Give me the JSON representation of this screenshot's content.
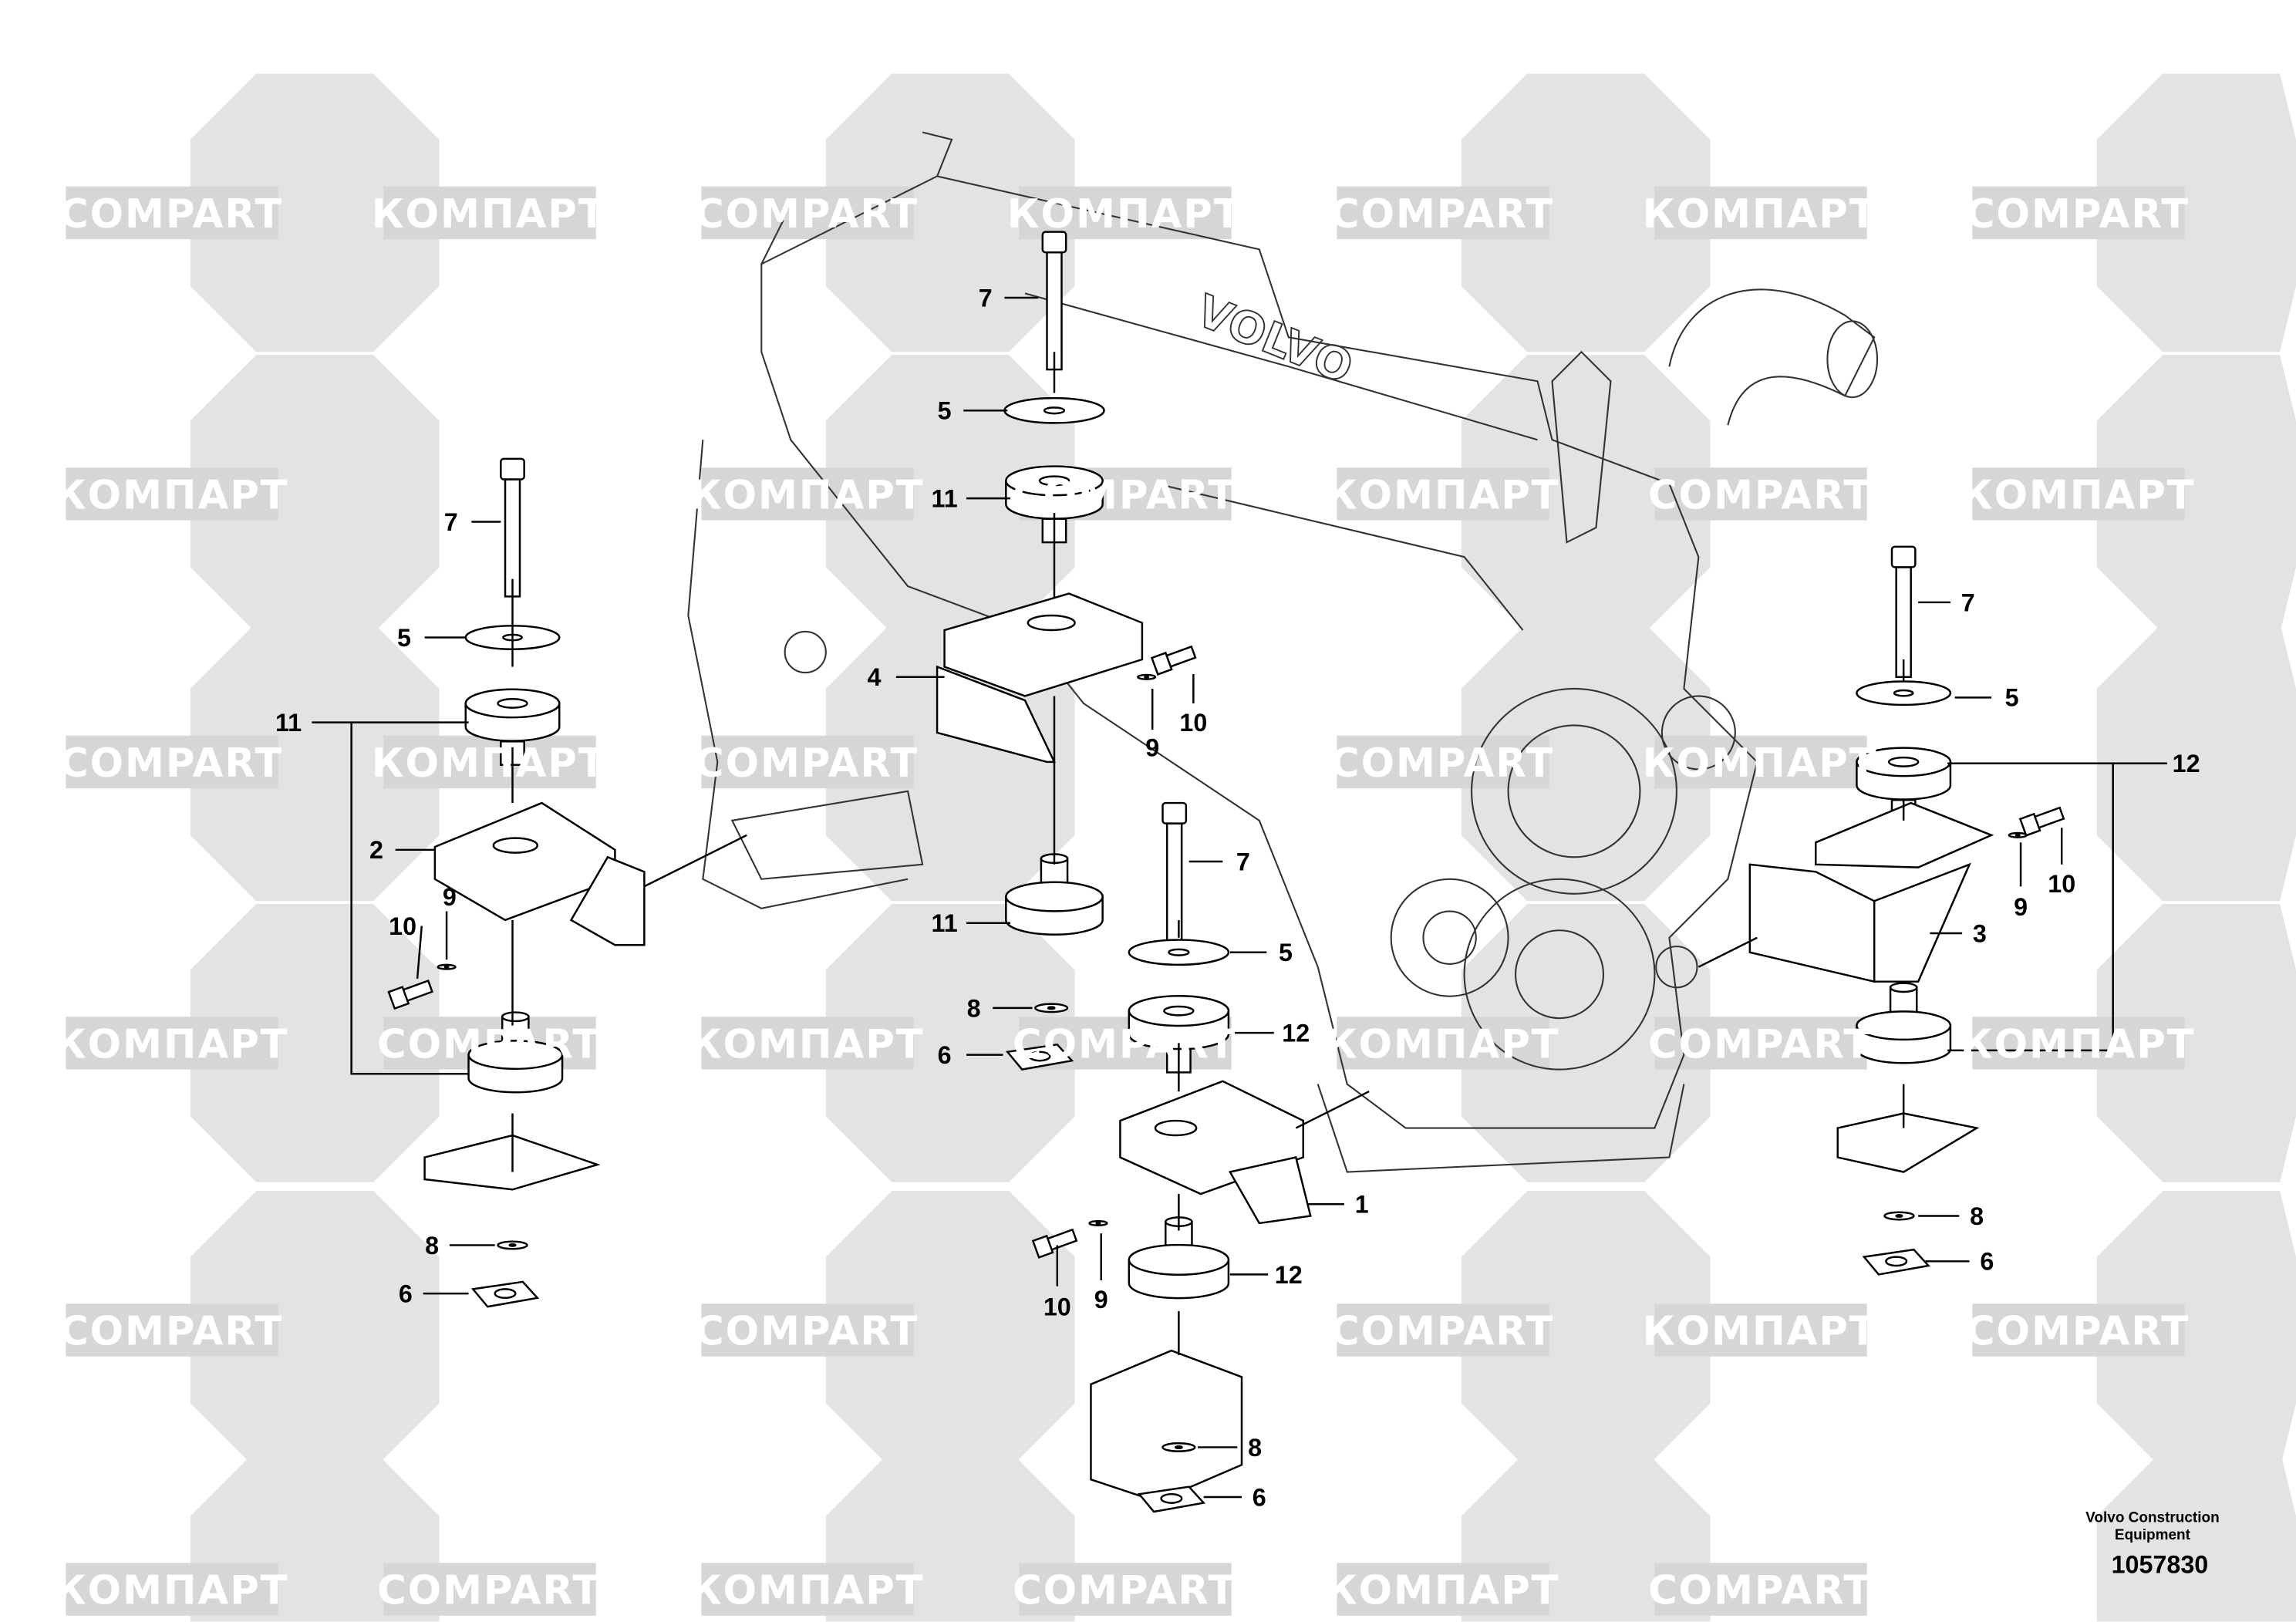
{
  "watermark": {
    "latin": "COMPART",
    "cyrillic": "КОМПАРТ"
  },
  "callouts": [
    "7",
    "5",
    "11",
    "2",
    "9",
    "10",
    "8",
    "6",
    "7",
    "5",
    "11",
    "4",
    "9",
    "10",
    "11",
    "8",
    "6",
    "7",
    "5",
    "12",
    "1",
    "10",
    "9",
    "12",
    "8",
    "6",
    "7",
    "5",
    "12",
    "9",
    "10",
    "3",
    "8",
    "6"
  ],
  "credit": {
    "line1": "Volvo Construction",
    "line2": "Equipment",
    "doc_number": "1057830"
  },
  "engine_brand_text": "VOLVO"
}
